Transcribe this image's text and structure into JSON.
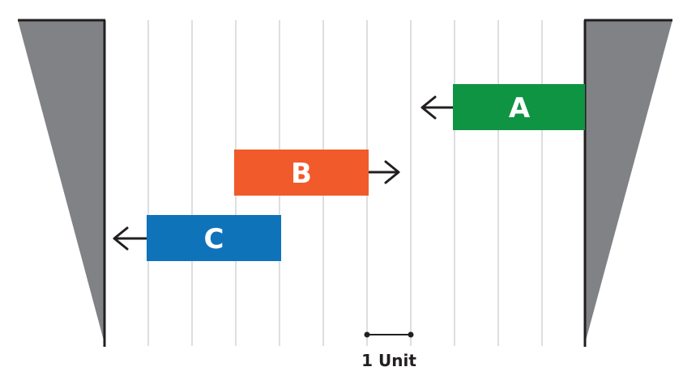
{
  "diagram": {
    "grid": {
      "line_color": "#d4d4d4",
      "lines": 10
    },
    "walls": {
      "fill": "#808285",
      "edge_color": "#231f20"
    },
    "blocks": [
      {
        "id": "A",
        "label": "A",
        "color": "#0f9444",
        "arrow": "left"
      },
      {
        "id": "B",
        "label": "B",
        "color": "#f15a2b",
        "arrow": "right"
      },
      {
        "id": "C",
        "label": "C",
        "color": "#0f73ba",
        "arrow": "left"
      }
    ],
    "scale": {
      "label": "1 Unit"
    }
  }
}
